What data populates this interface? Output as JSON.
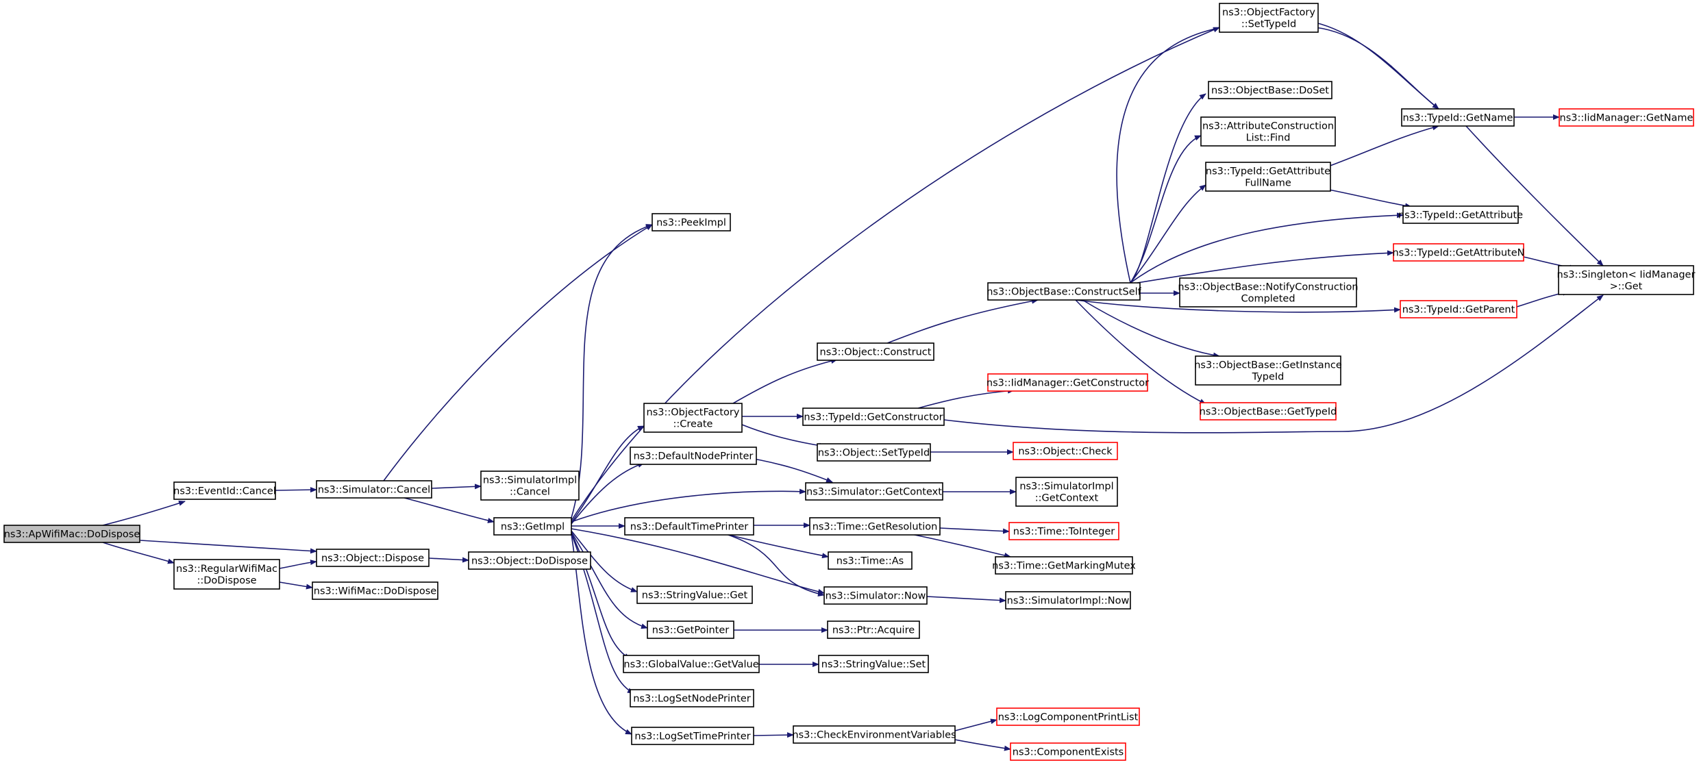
{
  "colors": {
    "edge": "#191970",
    "node_border": "#000000",
    "node_border_truncated": "#ff0000",
    "root_fill": "#bfbfbf",
    "node_fill": "#ffffff"
  },
  "nodes": [
    {
      "id": "root",
      "lines": [
        "ns3::ApWifiMac::DoDispose"
      ],
      "style": "root"
    },
    {
      "id": "eventid_cancel",
      "lines": [
        "ns3::EventId::Cancel"
      ],
      "style": "normal"
    },
    {
      "id": "regwifi_dodispose",
      "lines": [
        "ns3::RegularWifiMac",
        "::DoDispose"
      ],
      "style": "normal"
    },
    {
      "id": "sim_cancel",
      "lines": [
        "ns3::Simulator::Cancel"
      ],
      "style": "normal"
    },
    {
      "id": "obj_dispose",
      "lines": [
        "ns3::Object::Dispose"
      ],
      "style": "normal"
    },
    {
      "id": "wifimac_dodispose",
      "lines": [
        "ns3::WifiMac::DoDispose"
      ],
      "style": "normal"
    },
    {
      "id": "simimpl_cancel",
      "lines": [
        "ns3::SimulatorImpl",
        "::Cancel"
      ],
      "style": "normal"
    },
    {
      "id": "getimpl",
      "lines": [
        "ns3::GetImpl"
      ],
      "style": "normal"
    },
    {
      "id": "obj_dodispose",
      "lines": [
        "ns3::Object::DoDispose"
      ],
      "style": "normal"
    },
    {
      "id": "peekimpl",
      "lines": [
        "ns3::PeekImpl"
      ],
      "style": "normal"
    },
    {
      "id": "objfactory_create",
      "lines": [
        "ns3::ObjectFactory",
        "::Create"
      ],
      "style": "normal"
    },
    {
      "id": "default_node_printer",
      "lines": [
        "ns3::DefaultNodePrinter"
      ],
      "style": "normal"
    },
    {
      "id": "default_time_printer",
      "lines": [
        "ns3::DefaultTimePrinter"
      ],
      "style": "normal"
    },
    {
      "id": "stringvalue_get",
      "lines": [
        "ns3::StringValue::Get"
      ],
      "style": "normal"
    },
    {
      "id": "getpointer",
      "lines": [
        "ns3::GetPointer"
      ],
      "style": "normal"
    },
    {
      "id": "globalvalue_getvalue",
      "lines": [
        "ns3::GlobalValue::GetValue"
      ],
      "style": "normal"
    },
    {
      "id": "logsetnodeprinter",
      "lines": [
        "ns3::LogSetNodePrinter"
      ],
      "style": "normal"
    },
    {
      "id": "logsettimeprinter",
      "lines": [
        "ns3::LogSetTimePrinter"
      ],
      "style": "normal"
    },
    {
      "id": "obj_construct",
      "lines": [
        "ns3::Object::Construct"
      ],
      "style": "normal"
    },
    {
      "id": "typeid_getconstructor",
      "lines": [
        "ns3::TypeId::GetConstructor"
      ],
      "style": "normal"
    },
    {
      "id": "obj_settypeid",
      "lines": [
        "ns3::Object::SetTypeId"
      ],
      "style": "normal"
    },
    {
      "id": "sim_getcontext",
      "lines": [
        "ns3::Simulator::GetContext"
      ],
      "style": "normal"
    },
    {
      "id": "time_getresolution",
      "lines": [
        "ns3::Time::GetResolution"
      ],
      "style": "normal"
    },
    {
      "id": "time_as",
      "lines": [
        "ns3::Time::As"
      ],
      "style": "normal"
    },
    {
      "id": "sim_now",
      "lines": [
        "ns3::Simulator::Now"
      ],
      "style": "normal"
    },
    {
      "id": "ptr_acquire",
      "lines": [
        "ns3::Ptr::Acquire"
      ],
      "style": "normal"
    },
    {
      "id": "stringvalue_set",
      "lines": [
        "ns3::StringValue::Set"
      ],
      "style": "normal"
    },
    {
      "id": "check_env",
      "lines": [
        "ns3::CheckEnvironmentVariables"
      ],
      "style": "normal"
    },
    {
      "id": "objbase_constructself",
      "lines": [
        "ns3::ObjectBase::ConstructSelf"
      ],
      "style": "normal"
    },
    {
      "id": "iid_getconstructor",
      "lines": [
        "ns3::IidManager::GetConstructor"
      ],
      "style": "truncated"
    },
    {
      "id": "obj_check",
      "lines": [
        "ns3::Object::Check"
      ],
      "style": "truncated"
    },
    {
      "id": "simimpl_getcontext",
      "lines": [
        "ns3::SimulatorImpl",
        "::GetContext"
      ],
      "style": "normal"
    },
    {
      "id": "time_tointeger",
      "lines": [
        "ns3::Time::ToInteger"
      ],
      "style": "truncated"
    },
    {
      "id": "time_getmarkingmutex",
      "lines": [
        "ns3::Time::GetMarkingMutex"
      ],
      "style": "normal"
    },
    {
      "id": "simimpl_now",
      "lines": [
        "ns3::SimulatorImpl::Now"
      ],
      "style": "normal"
    },
    {
      "id": "logcomp_printlist",
      "lines": [
        "ns3::LogComponentPrintList"
      ],
      "style": "truncated"
    },
    {
      "id": "component_exists",
      "lines": [
        "ns3::ComponentExists"
      ],
      "style": "truncated"
    },
    {
      "id": "objfactory_settypeid",
      "lines": [
        "ns3::ObjectFactory",
        "::SetTypeId"
      ],
      "style": "normal"
    },
    {
      "id": "objbase_doset",
      "lines": [
        "ns3::ObjectBase::DoSet"
      ],
      "style": "normal"
    },
    {
      "id": "attrconstr_find",
      "lines": [
        "ns3::AttributeConstruction",
        "List::Find"
      ],
      "style": "normal"
    },
    {
      "id": "typeid_getattrfullname",
      "lines": [
        "ns3::TypeId::GetAttribute",
        "FullName"
      ],
      "style": "normal"
    },
    {
      "id": "objbase_notify",
      "lines": [
        "ns3::ObjectBase::NotifyConstruction",
        "Completed"
      ],
      "style": "normal"
    },
    {
      "id": "objbase_getinstancetypeid",
      "lines": [
        "ns3::ObjectBase::GetInstance",
        "TypeId"
      ],
      "style": "normal"
    },
    {
      "id": "objbase_gettypeid",
      "lines": [
        "ns3::ObjectBase::GetTypeId"
      ],
      "style": "truncated"
    },
    {
      "id": "typeid_getname",
      "lines": [
        "ns3::TypeId::GetName"
      ],
      "style": "normal"
    },
    {
      "id": "typeid_getattribute",
      "lines": [
        "ns3::TypeId::GetAttribute"
      ],
      "style": "normal"
    },
    {
      "id": "typeid_getattributen",
      "lines": [
        "ns3::TypeId::GetAttributeN"
      ],
      "style": "truncated"
    },
    {
      "id": "typeid_getparent",
      "lines": [
        "ns3::TypeId::GetParent"
      ],
      "style": "truncated"
    },
    {
      "id": "iid_getname",
      "lines": [
        "ns3::IidManager::GetName"
      ],
      "style": "truncated"
    },
    {
      "id": "singleton_get",
      "lines": [
        "ns3::Singleton< IidManager",
        ">::Get"
      ],
      "style": "normal"
    }
  ]
}
